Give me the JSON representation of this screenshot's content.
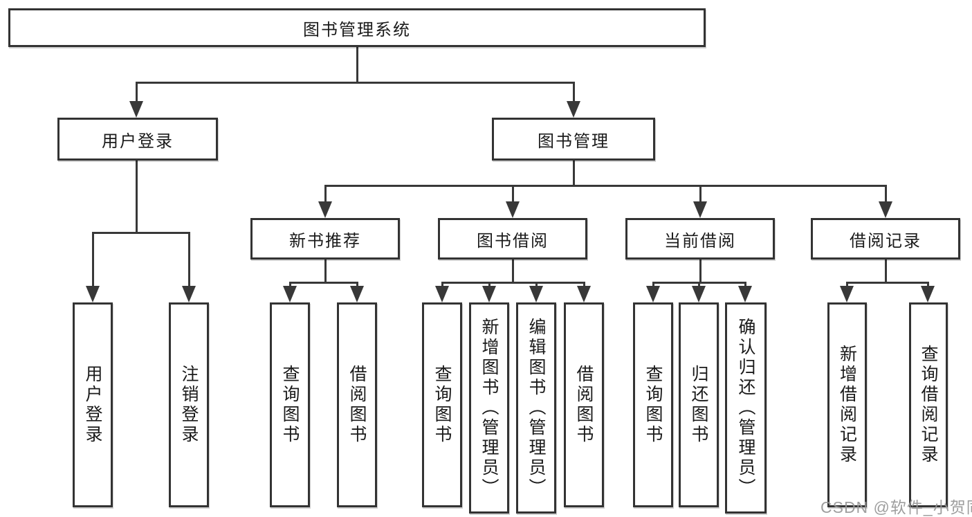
{
  "colors": {
    "background": "#ffffff",
    "line": "#383838",
    "box_border": "#333333",
    "text": "#1a1a1a",
    "watermark": "#969696"
  },
  "diagram": {
    "root": "图书管理系统",
    "user_login": {
      "label": "用户登录",
      "children": {
        "login": "用户登录",
        "logout": "注销登录"
      }
    },
    "book_mgmt": {
      "label": "图书管理",
      "new_book_rec": {
        "label": "新书推荐",
        "children": {
          "query": "查询图书",
          "borrow": "借阅图书"
        }
      },
      "book_borrow": {
        "label": "图书借阅",
        "children": {
          "query": "查询图书",
          "add": "新增图书（管理员）",
          "edit": "编辑图书（管理员）",
          "borrow": "借阅图书"
        }
      },
      "current_borrow": {
        "label": "当前借阅",
        "children": {
          "query": "查询图书",
          "return": "归还图书",
          "confirm": "确认归还（管理员）"
        }
      },
      "borrow_records": {
        "label": "借阅记录",
        "children": {
          "add": "新增借阅记录",
          "query": "查询借阅记录"
        }
      }
    }
  },
  "watermark": {
    "text": "CSDN @软件_小贺同学"
  }
}
